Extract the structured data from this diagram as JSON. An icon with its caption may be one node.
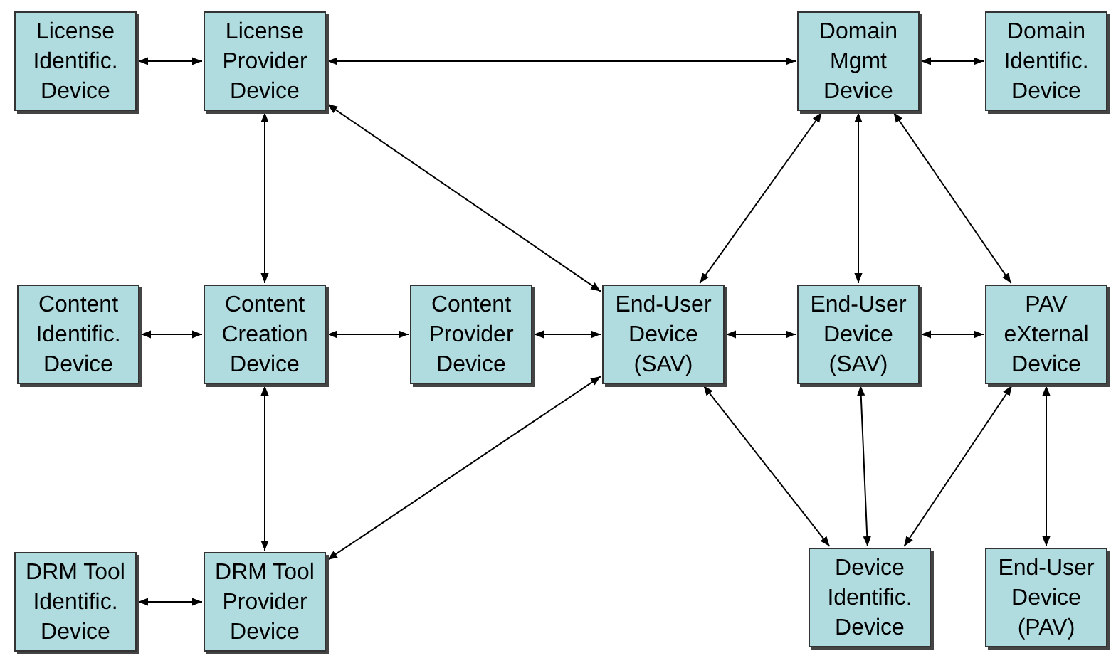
{
  "diagram": {
    "nodes": [
      {
        "text": [
          "License Identific. Device"
        ]
      },
      {
        "text": [
          "License Provider Device"
        ]
      },
      {
        "text": [
          "Domain Mgmt Device"
        ]
      },
      {
        "text": [
          "Domain Identific. Device"
        ]
      },
      {
        "text": [
          "Content Identific. Device"
        ]
      },
      {
        "text": [
          "Content Creation Device"
        ]
      },
      {
        "text": [
          "Content Provider Device"
        ]
      },
      {
        "text": [
          "End-User Device (SAV)"
        ]
      },
      {
        "text": [
          "End-User Device (SAV)"
        ]
      },
      {
        "text": [
          "PAV eXternal Device"
        ]
      },
      {
        "text": [
          "Device Identific. Device"
        ]
      },
      {
        "text": [
          "End-User Device (PAV)"
        ]
      },
      {
        "text": [
          "DRM Tool Identific. Device"
        ]
      },
      {
        "text": [
          "DRM Tool Provider Device"
        ]
      }
    ],
    "edges": [
      {
        "from": 0,
        "to": 1,
        "arrow": "both"
      },
      {
        "from": 1,
        "to": 2,
        "arrow": "both"
      },
      {
        "from": 2,
        "to": 3,
        "arrow": "both"
      },
      {
        "from": 1,
        "to": 5,
        "arrow": "both"
      },
      {
        "from": 7,
        "to": 1,
        "arrow": "both"
      },
      {
        "from": 7,
        "to": 2,
        "arrow": "both"
      },
      {
        "from": 2,
        "to": 8,
        "arrow": "both"
      },
      {
        "from": 2,
        "to": 9,
        "arrow": "both"
      },
      {
        "from": 4,
        "to": 5,
        "arrow": "both"
      },
      {
        "from": 5,
        "to": 6,
        "arrow": "both"
      },
      {
        "from": 6,
        "to": 7,
        "arrow": "both"
      },
      {
        "from": 7,
        "to": 8,
        "arrow": "both"
      },
      {
        "from": 8,
        "to": 9,
        "arrow": "both"
      },
      {
        "from": 5,
        "to": 13,
        "arrow": "both"
      },
      {
        "from": 7,
        "to": 13,
        "arrow": "both"
      },
      {
        "from": 7,
        "to": 10,
        "arrow": "both"
      },
      {
        "from": 8,
        "to": 10,
        "arrow": "both"
      },
      {
        "from": 9,
        "to": 10,
        "arrow": "both"
      },
      {
        "from": 9,
        "to": 11,
        "arrow": "both"
      },
      {
        "from": 12,
        "to": 13,
        "arrow": "both"
      }
    ]
  }
}
